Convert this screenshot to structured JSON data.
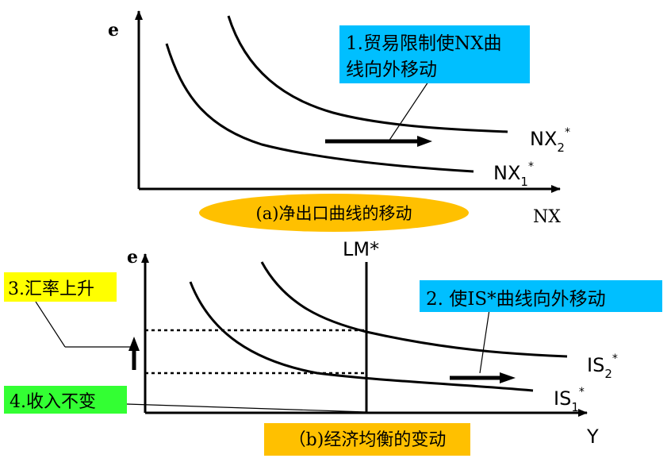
{
  "colors": {
    "axis": "#000000",
    "curve": "#000000",
    "callout_cyan": "#00bfff",
    "callout_yellow": "#ffff00",
    "callout_green": "#33ff33",
    "caption_orange": "#ffc000"
  },
  "panel_a": {
    "y_axis_label": "e",
    "x_axis_label": "NX",
    "curve_high": {
      "base": "NX",
      "sub": "2",
      "sup": "*"
    },
    "curve_low": {
      "base": "NX",
      "sub": "1",
      "sup": "*"
    },
    "callout_line1": "1.贸易限制使NX曲",
    "callout_line2": "线向外移动",
    "caption": "(a)净出口曲线的移动"
  },
  "panel_b": {
    "y_axis_label": "e",
    "x_axis_label": "Y",
    "lm_label": "LM*",
    "curve_high": {
      "base": "IS",
      "sub": "2",
      "sup": "*"
    },
    "curve_low": {
      "base": "IS",
      "sub": "1",
      "sup": "*"
    },
    "callout_shift": "2. 使IS*曲线向外移动",
    "callout_rate": "3.汇率上升",
    "callout_income": "4.收入不变",
    "caption": "（b)经济均衡的变动"
  }
}
